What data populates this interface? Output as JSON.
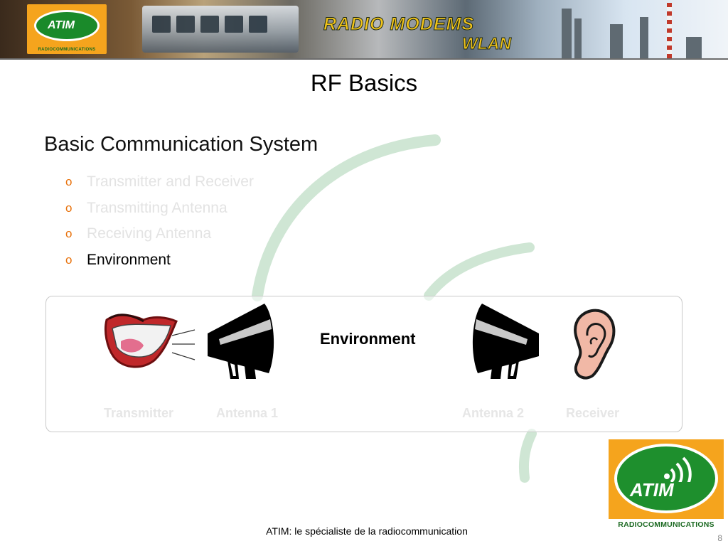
{
  "banner": {
    "logo_text": "ATIM",
    "logo_subtitle": "RADIOCOMMUNICATIONS",
    "title": "RADIO MODEMS",
    "subtitle": "WLAN"
  },
  "slide": {
    "title": "RF Basics",
    "subtitle": "Basic Communication System",
    "bullets": [
      {
        "marker": "o",
        "text": "Transmitter and Receiver"
      },
      {
        "marker": "o",
        "text": "Transmitting Antenna"
      },
      {
        "marker": "o",
        "text": "Receiving Antenna"
      },
      {
        "marker": "o",
        "text": "Environment"
      }
    ]
  },
  "diagram": {
    "center_label": "Environment",
    "captions": {
      "transmitter": "Transmitter",
      "antenna1": "Antenna 1",
      "antenna2": "Antenna 2",
      "receiver": "Receiver"
    },
    "icons": [
      "mouth-icon",
      "megaphone-icon",
      "megaphone-icon",
      "ear-icon"
    ]
  },
  "logo": {
    "text": "ATIM",
    "subtitle": "RADIOCOMMUNICATIONS"
  },
  "footer": {
    "text": "ATIM: le spécialiste de la radiocommunication",
    "page": "8"
  },
  "colors": {
    "bullet_marker": "#e8720c",
    "arc": "#cfe6d4",
    "logo_orange": "#f5a41d",
    "logo_green": "#1e8f2d"
  }
}
